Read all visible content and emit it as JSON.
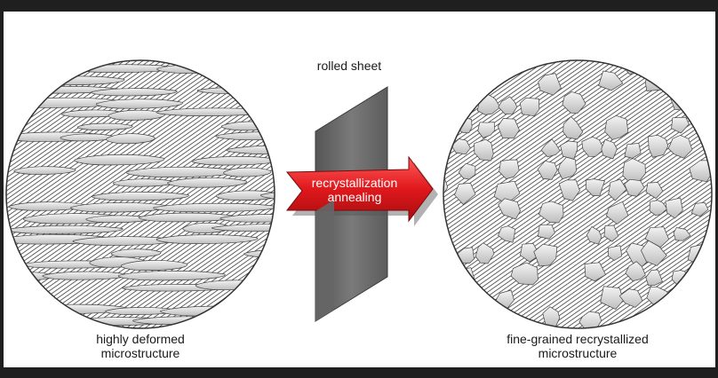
{
  "labels": {
    "sheet": "rolled sheet",
    "arrow_line1": "recrystallization",
    "arrow_line2": "annealing",
    "left_line1": "highly deformed",
    "left_line2": "microstructure",
    "right_line1": "fine-grained recrystallized",
    "right_line2": "microstructure"
  },
  "colors": {
    "frame": "#1f1f1f",
    "arrow_fill": "#e0181c",
    "sheet_fill": "#6e6e6e",
    "grain_fill": "#d6d6d6",
    "hatch": "#222222"
  }
}
